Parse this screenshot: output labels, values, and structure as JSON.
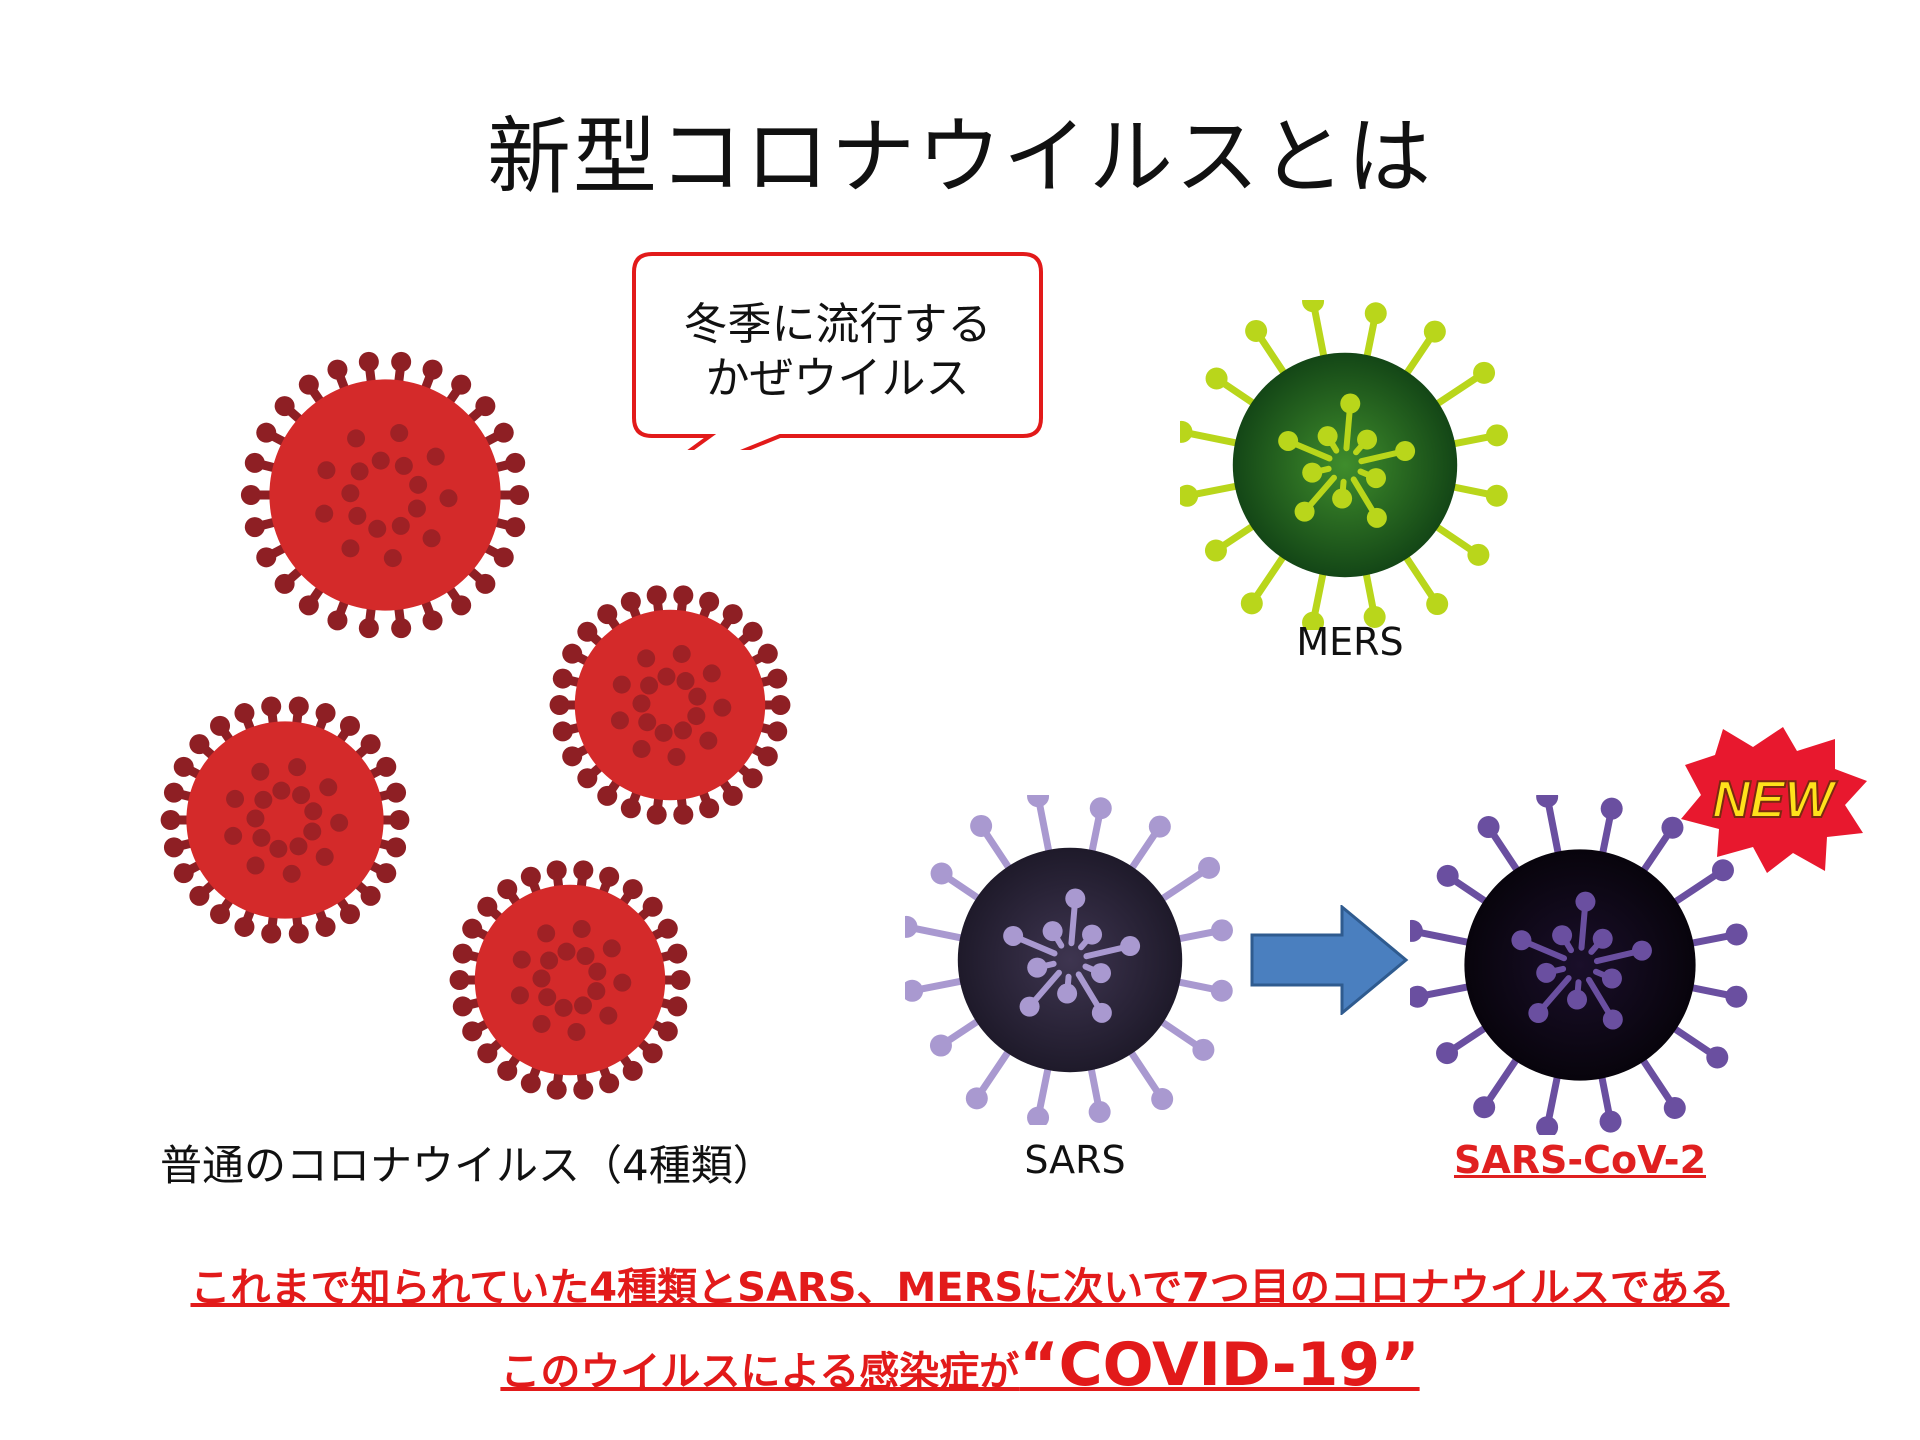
{
  "title": "新型コロナウイルスとは",
  "bubble": {
    "line1": "冬季に流行する",
    "line2": "かぜウイルス"
  },
  "captions": {
    "mers": "MERS",
    "sars": "SARS",
    "sars_cov2": "SARS-CoV-2",
    "common": "普通のコロナウイルス（4種類）"
  },
  "badge": {
    "new": "NEW"
  },
  "notes": {
    "line1": "これまで知られていた4種類とSARS、MERSに次いで7つ目のコロナウイルスである",
    "line2_prefix": "このウイルスによる感染症が",
    "line2_emphasis": "“COVID-19”"
  },
  "colors": {
    "common_body": "#d42a2a",
    "common_spike": "#8e1f24",
    "mers_body": "#3f8d2c",
    "mers_spike": "#b9d61b",
    "sars_body": "#3e3550",
    "sars_spike": "#a999d0",
    "cov2_body": "#1a0f2a",
    "cov2_spike": "#6a4fa0",
    "accent_red": "#e21a1a",
    "arrow": "#4a7fbf",
    "badge_red": "#e8182e",
    "badge_yellow": "#ffe21b"
  }
}
